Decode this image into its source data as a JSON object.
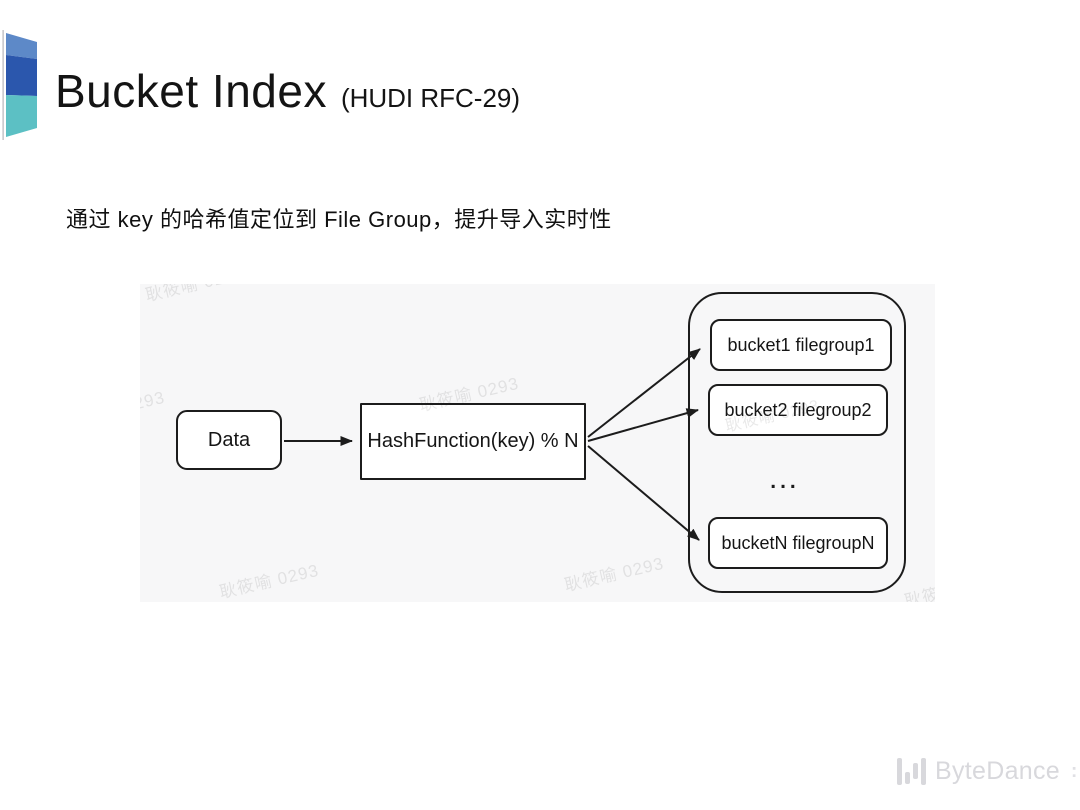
{
  "slide": {
    "title": "Bucket Index",
    "title_suffix": "(HUDI RFC-29)",
    "subtitle": "通过 key 的哈希值定位到 File Group，提升导入实时性"
  },
  "diagram": {
    "data_box_label": "Data",
    "hash_box_label": "HashFunction(key) % N",
    "buckets": [
      "bucket1 filegroup1",
      "bucket2 filegroup2",
      "bucketN filegroupN"
    ],
    "ellipsis": "..."
  },
  "watermark": {
    "text": "耿筱喻 0293"
  },
  "footer": {
    "brand": "ByteDance",
    "trailing_mark": ":"
  },
  "colors": {
    "accent_light_blue": "#5d89c8",
    "accent_dark_blue": "#2b57ad",
    "accent_teal": "#5cc0c4",
    "diagram_line": "#1c1c1c",
    "diagram_background": "#f7f7f8",
    "brand_gray": "#d8d8dc"
  }
}
